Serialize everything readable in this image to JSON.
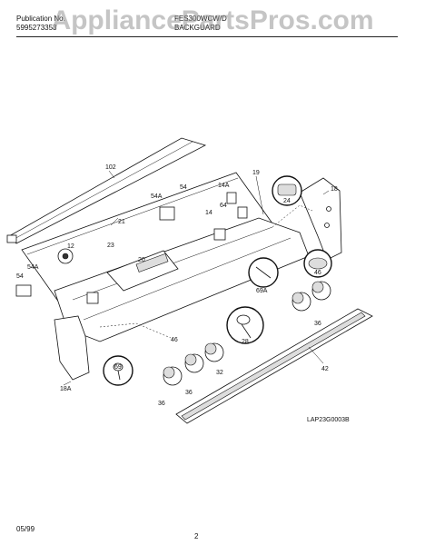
{
  "header": {
    "publication_label": "Publication No.",
    "publication_number": "5995273353",
    "model": "FES300WCW/D",
    "section": "BACKGUARD"
  },
  "watermark": "AppliancePartsPros.com",
  "diagram": {
    "part_labels": [
      "102",
      "21",
      "12",
      "23",
      "54A",
      "54",
      "14",
      "20",
      "14A",
      "64",
      "19",
      "18",
      "24",
      "46",
      "69A",
      "28",
      "36",
      "46",
      "69",
      "32",
      "36",
      "36",
      "42",
      "18A",
      "54A",
      "54"
    ],
    "drawing_code": "LAP23G0003B"
  },
  "footer": {
    "date": "05/99",
    "page": "2"
  }
}
